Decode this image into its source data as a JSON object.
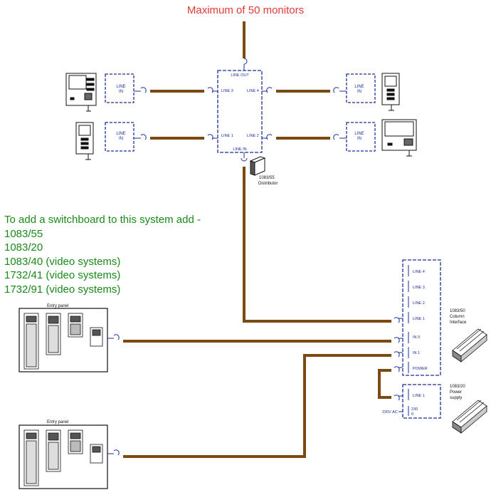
{
  "title": "Maximum of 50 monitors",
  "switchboard_note": {
    "heading": "To add a switchboard to this system add -",
    "items": [
      "1083/55",
      "1083/20",
      "1083/40 (video systems)",
      "1732/41 (video systems)",
      "1732/91 (video systems)"
    ]
  },
  "distributor": {
    "line_out": "LINE OUT",
    "line3": "LINE 3",
    "line4": "LINE 4",
    "line1": "LINE 1",
    "line2": "LINE 2",
    "line_in": "LINE IN",
    "caption_code": "1083/55",
    "caption_name": "Distributor"
  },
  "monitor_box_label": [
    "LINE",
    "IN"
  ],
  "column_interface": {
    "ports": [
      "LINE 4",
      "LINE 3",
      "LINE 2",
      "LINE 1",
      "IN 0",
      "IN 1",
      "POWER"
    ],
    "caption": [
      "1083/50",
      "Column",
      "Interface"
    ]
  },
  "power_supply": {
    "line1": "LINE 1",
    "ac_label": "230V AC",
    "t230": "230",
    "t0": "0",
    "caption": [
      "1083/20",
      "Power",
      "supply"
    ]
  },
  "entry_panel_label": "Entry panel",
  "colors": {
    "cable": "#7b4a12",
    "title": "#e53935",
    "note": "#1a8a1a",
    "line": "#1a2f9a"
  }
}
